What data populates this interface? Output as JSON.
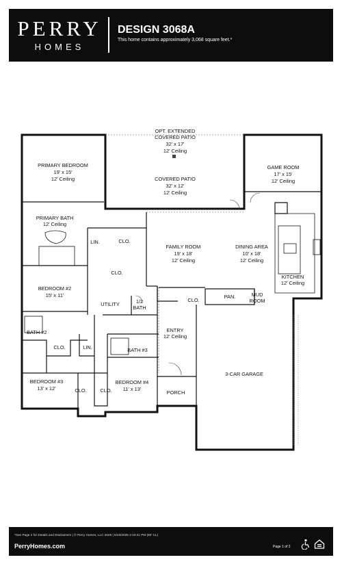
{
  "header": {
    "brand": "PERRY",
    "brand_sub": "HOMES",
    "design_title": "DESIGN 3068A",
    "subtitle": "This home contains approximately 3,068 square feet.*"
  },
  "rooms": {
    "opt_patio": {
      "name": "OPT. EXTENDED",
      "name2": "COVERED PATIO",
      "size": "32' x 17'",
      "ceiling": "12' Ceiling"
    },
    "primary_bedroom": {
      "name": "PRIMARY BEDROOM",
      "size": "19' x 15'",
      "ceiling": "12' Ceiling"
    },
    "covered_patio": {
      "name": "COVERED PATIO",
      "size": "32' x 12'",
      "ceiling": "12' Ceiling"
    },
    "game_room": {
      "name": "GAME ROOM",
      "size": "17' x 15'",
      "ceiling": "12' Ceiling"
    },
    "primary_bath": {
      "name": "PRIMARY BATH",
      "ceiling": "12' Ceiling"
    },
    "family_room": {
      "name": "FAMILY ROOM",
      "size": "19' x 18'",
      "ceiling": "12' Ceiling"
    },
    "dining_area": {
      "name": "DINING AREA",
      "size": "10' x 18'",
      "ceiling": "12' Ceiling"
    },
    "kitchen": {
      "name": "KITCHEN",
      "ceiling": "12' Ceiling"
    },
    "bedroom2": {
      "name": "BEDROOM #2",
      "size": "15' x 11'"
    },
    "utility": {
      "name": "UTILITY"
    },
    "half_bath": {
      "name": "1/2",
      "name2": "BATH"
    },
    "pan": {
      "name": "PAN."
    },
    "mud_room": {
      "name": "MUD",
      "name2": "ROOM"
    },
    "bath2": {
      "name": "BATH #2"
    },
    "entry": {
      "name": "ENTRY",
      "ceiling": "12' Ceiling"
    },
    "bath3": {
      "name": "BATH #3"
    },
    "garage": {
      "name": "3-CAR GARAGE"
    },
    "bedroom3": {
      "name": "BEDROOM #3",
      "size": "13' x 12'"
    },
    "bedroom4": {
      "name": "BEDROOM #4",
      "size": "11' x 13'"
    },
    "porch": {
      "name": "PORCH"
    }
  },
  "small_labels": {
    "lin": "LIN.",
    "clo": "CLO."
  },
  "footer": {
    "note": "*See Page 2 for Details and Disclaimers  |  © Perry Homes, LLC 2025  |  6/23/2025 2:10:31 PM  (80' CL)",
    "site": "PerryHomes.com",
    "page": "Page 1 of 2"
  },
  "icons": [
    "accessibility-icon",
    "equal-housing-icon"
  ]
}
